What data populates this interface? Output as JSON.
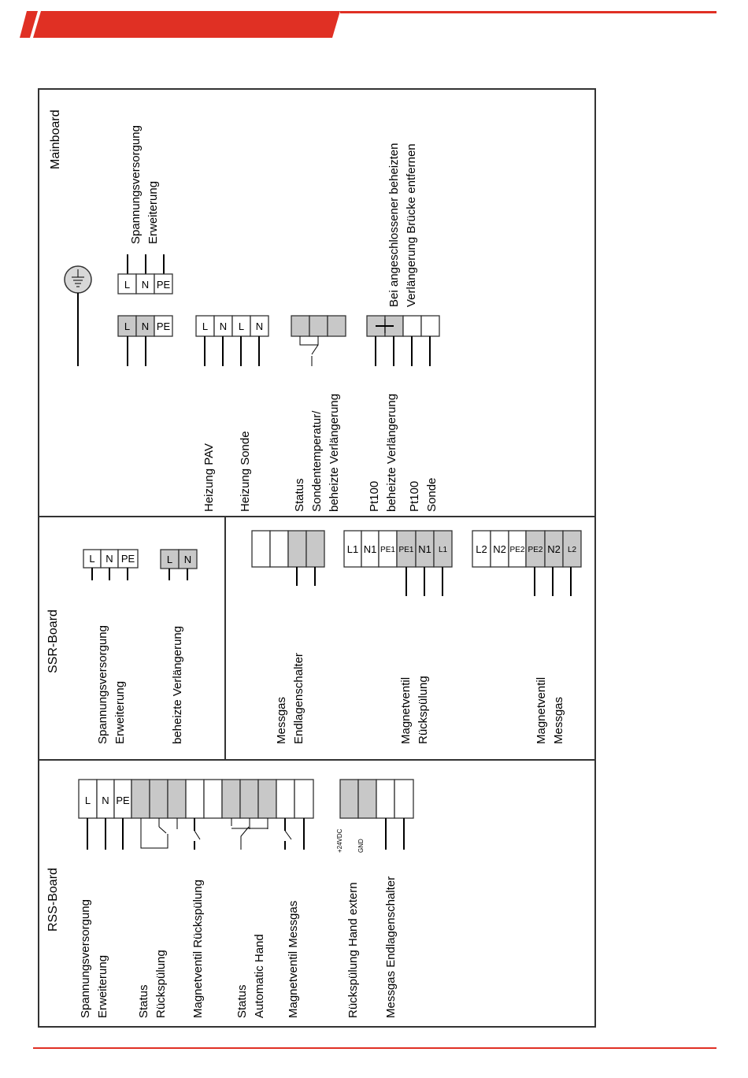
{
  "accent_color": "#e03024",
  "sections": {
    "mainboard": {
      "title": "Mainboard",
      "power_supply": [
        "Spannungsversorgung",
        "Erweiterung"
      ],
      "bridge_note": [
        "Bei angeschlossener beheizten",
        "Verlängerung Brücke entfernen"
      ],
      "heating_pav": "Heizung PAV",
      "heating_probe": "Heizung Sonde",
      "status_probe": [
        "Status",
        "Sondentemperatur/",
        "beheizte Verlängerung"
      ],
      "pt100_ext": [
        "Pt100",
        "beheizte Verlängerung"
      ],
      "pt100_probe": [
        "Pt100",
        "Sonde"
      ]
    },
    "ssr": {
      "title": "SSR-Board",
      "power_supply": [
        "Spannungsversorgung",
        "Erweiterung"
      ],
      "heated_ext": "beheizte Verlängerung",
      "sample_gas_limit": [
        "Messgas",
        "Endlagenschalter"
      ],
      "valve_backflush": [
        "Magnetventil",
        "Rückspülung"
      ],
      "valve_sample": [
        "Magnetventil",
        "Messgas"
      ]
    },
    "rss": {
      "title": "RSS-Board",
      "power_supply": [
        "Spannungsversorgung",
        "Erweiterung"
      ],
      "status_backflush": [
        "Status",
        "Rückspülung"
      ],
      "valve_backflush": "Magnetventil Rückspülung",
      "status_auto": [
        "Status",
        "Automatic Hand"
      ],
      "valve_sample": "Magnetventil Messgas",
      "backflush_manual": "Rückspülung Hand extern",
      "sample_limit": "Messgas Endlagenschalter",
      "pin_24vdc": "+24VDC",
      "pin_gnd": "GND"
    }
  },
  "terminals": {
    "lnpe": [
      "L",
      "N",
      "PE"
    ],
    "ln": [
      "L",
      "N"
    ],
    "lnln": [
      "L",
      "N",
      "L",
      "N"
    ],
    "valve1": [
      "L1",
      "N1",
      "PE1",
      "PE1",
      "N1",
      "L1"
    ],
    "valve2": [
      "L2",
      "N2",
      "PE2",
      "PE2",
      "N2",
      "L2"
    ]
  }
}
